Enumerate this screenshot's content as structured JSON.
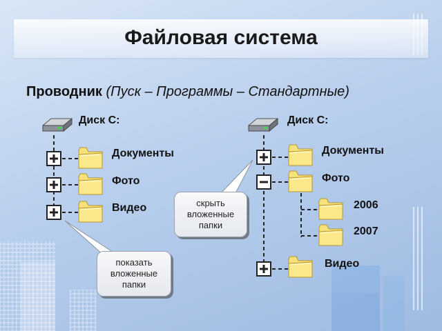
{
  "title": "Файловая система",
  "subtitle": {
    "bold": "Проводник",
    "italic": "(Пуск – Программы – Стандартные)"
  },
  "left_tree": {
    "drive_label": "Диск С:",
    "folders": [
      "Документы",
      "Фото",
      "Видео"
    ],
    "callout": [
      "показать",
      "вложенные",
      "папки"
    ]
  },
  "right_tree": {
    "drive_label": "Диск С:",
    "folders": [
      "Документы",
      "Фото",
      "Видео"
    ],
    "subfolders": [
      "2006",
      "2007"
    ],
    "callout": [
      "скрыть",
      "вложенные",
      "папки"
    ]
  },
  "icons": {
    "drive": "hard-drive-icon",
    "folder": "folder-icon",
    "expand": "plus-icon",
    "collapse": "minus-icon"
  },
  "colors": {
    "folder_fill": "#f6e27a",
    "folder_outline": "#b8962e",
    "box_border": "#222222"
  }
}
